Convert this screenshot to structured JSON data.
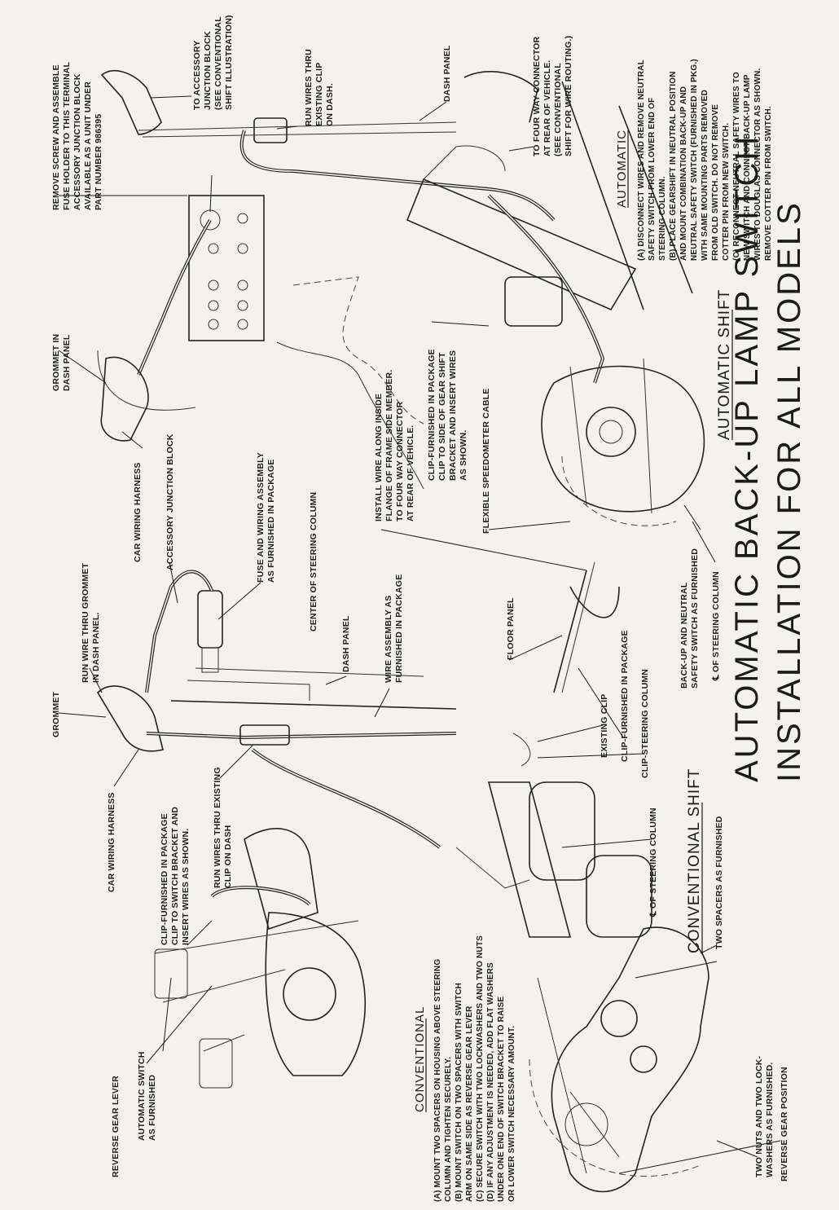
{
  "title": {
    "line1": "AUTOMATIC BACK-UP LAMP SWITCH",
    "line2": "INSTALLATION FOR ALL MODELS"
  },
  "sections": {
    "automatic_shift": "AUTOMATIC SHIFT",
    "conventional_shift": "CONVENTIONAL SHIFT"
  },
  "automatic_instructions": {
    "heading": "AUTOMATIC",
    "lines": [
      "(A) DISCONNECT WIRES AND REMOVE NEUTRAL",
      "SAFETY SWITCH FROM LOWER END OF",
      "STEERING COLUMN.",
      "(B) PLACE GEARSHIFT IN NEUTRAL POSITION",
      "AND MOUNT COMBINATION BACK-UP AND",
      "NEUTRAL SAFETY SWITCH (FURNISHED IN PKG.)",
      "WITH SAME MOUNTING PARTS REMOVED",
      "FROM OLD SWITCH. DO NOT REMOVE",
      "COTTER PIN FROM NEW SWITCH.",
      "(C) RECONNECT NEUTRAL SAFETY WIRES TO",
      "NEW SWITCH AND CONNECT BACK-UP LAMP",
      "WIRES TO DOUGLAS CONNECTOR AS SHOWN.",
      "REMOVE COTTER PIN FROM SWITCH."
    ]
  },
  "conventional_instructions": {
    "heading": "CONVENTIONAL",
    "lines": [
      "(A) MOUNT TWO SPACERS ON HOUSING ABOVE STEERING",
      "COLUMN AND TIGHTEN SECURELY.",
      "(B) MOUNT SWITCH ON TWO SPACERS WITH SWITCH",
      "ARM ON SAME SIDE AS REVERSE GEAR LEVER",
      "(C) SECURE SWITCH WITH TWO LOCKWASHERS AND TWO NUTS",
      "(D) IF ANY ADJUSTMENT IS NEEDED, ADD FLAT WASHERS",
      "UNDER ONE END OF SWITCH BRACKET TO RAISE",
      "OR LOWER SWITCH NECESSARY AMOUNT."
    ]
  },
  "callouts": {
    "remove_screw": [
      "REMOVE SCREW AND ASSEMBLE",
      "FUSE HOLDER TO THIS TERMINAL",
      "ACCESSORY JUNCTION BLOCK",
      "AVAILABLE AS A UNIT UNDER",
      "PART NUMBER 986395"
    ],
    "to_accessory": [
      "TO ACCESSORY",
      "JUNCTION BLOCK",
      "(SEE CONVENTIONAL",
      "SHIFT ILLUSTRATION)"
    ],
    "run_wires_top": [
      "RUN WIRES THRU",
      "EXISTING CLIP",
      "ON DASH."
    ],
    "dash_panel_top": "DASH PANEL",
    "four_way": [
      "TO FOUR WAY CONNECTOR",
      "AT REAR OF VEHICLE.",
      "(SEE CONVENTIONAL",
      "SHIFT FOR WIRE ROUTING.)"
    ],
    "grommet_dash": [
      "GROMMET IN",
      "DASH PANEL"
    ],
    "car_harness_mid": "CAR WIRING HARNESS",
    "accessory_block": "ACCESSORY JUNCTION BLOCK",
    "fuse_assembly": [
      "FUSE AND WIRING ASSEMBLY",
      "AS FURNISHED IN PACKAGE"
    ],
    "center_column": "CENTER OF STEERING COLUMN",
    "install_wire": [
      "INSTALL WIRE ALONG INSIDE",
      "FLANGE OF FRAME SIDE MEMBER.",
      "TO FOUR WAY CONNECTOR",
      "AT REAR OF VEHICLE."
    ],
    "clip_gear_shift": [
      "CLIP-FURNISHED IN PACKAGE",
      "CLIP TO SIDE OF GEAR SHIFT",
      "BRACKET AND INSERT WIRES",
      "AS SHOWN."
    ],
    "speedometer": "FLEXIBLE SPEEDOMETER CABLE",
    "grommet": "GROMMET",
    "run_wire_grommet": [
      "RUN WIRE THRU GROMMET",
      "IN DASH PANEL."
    ],
    "dash_panel_mid": "DASH PANEL",
    "wire_assembly": [
      "WIRE ASSEMBLY AS",
      "FURNISHED IN PACKAGE"
    ],
    "floor_panel": "FLOOR PANEL",
    "backup_switch": [
      "BACK-UP AND NEUTRAL",
      "SAFETY SWITCH AS FURNISHED"
    ],
    "cl_steering_auto": "℄ OF STEERING COLUMN",
    "existing_clip": "EXISTING CLIP",
    "clip_furnished": "CLIP-FURNISHED IN PACKAGE",
    "clip_steering": "CLIP-STEERING COLUMN",
    "car_harness_low": "CAR WIRING HARNESS",
    "clip_switch_bracket": [
      "CLIP-FURNISHED IN PACKAGE",
      "CLIP TO SWITCH BRACKET AND",
      "INSERT WIRES AS SHOWN."
    ],
    "run_wires_low": [
      "RUN WIRES THRU EXISTING",
      "CLIP ON DASH"
    ],
    "cl_steering_conv": "℄ OF STEERING COLUMN",
    "two_spacers": "TWO SPACERS AS FURNISHED",
    "reverse_lever": "REVERSE GEAR LEVER",
    "auto_switch": [
      "AUTOMATIC SWITCH",
      "AS FURNISHED"
    ],
    "two_nuts": [
      "TWO NUTS AND TWO LOCK-",
      "WASHERS AS FURNISHED."
    ],
    "reverse_position": "REVERSE GEAR POSITION"
  }
}
